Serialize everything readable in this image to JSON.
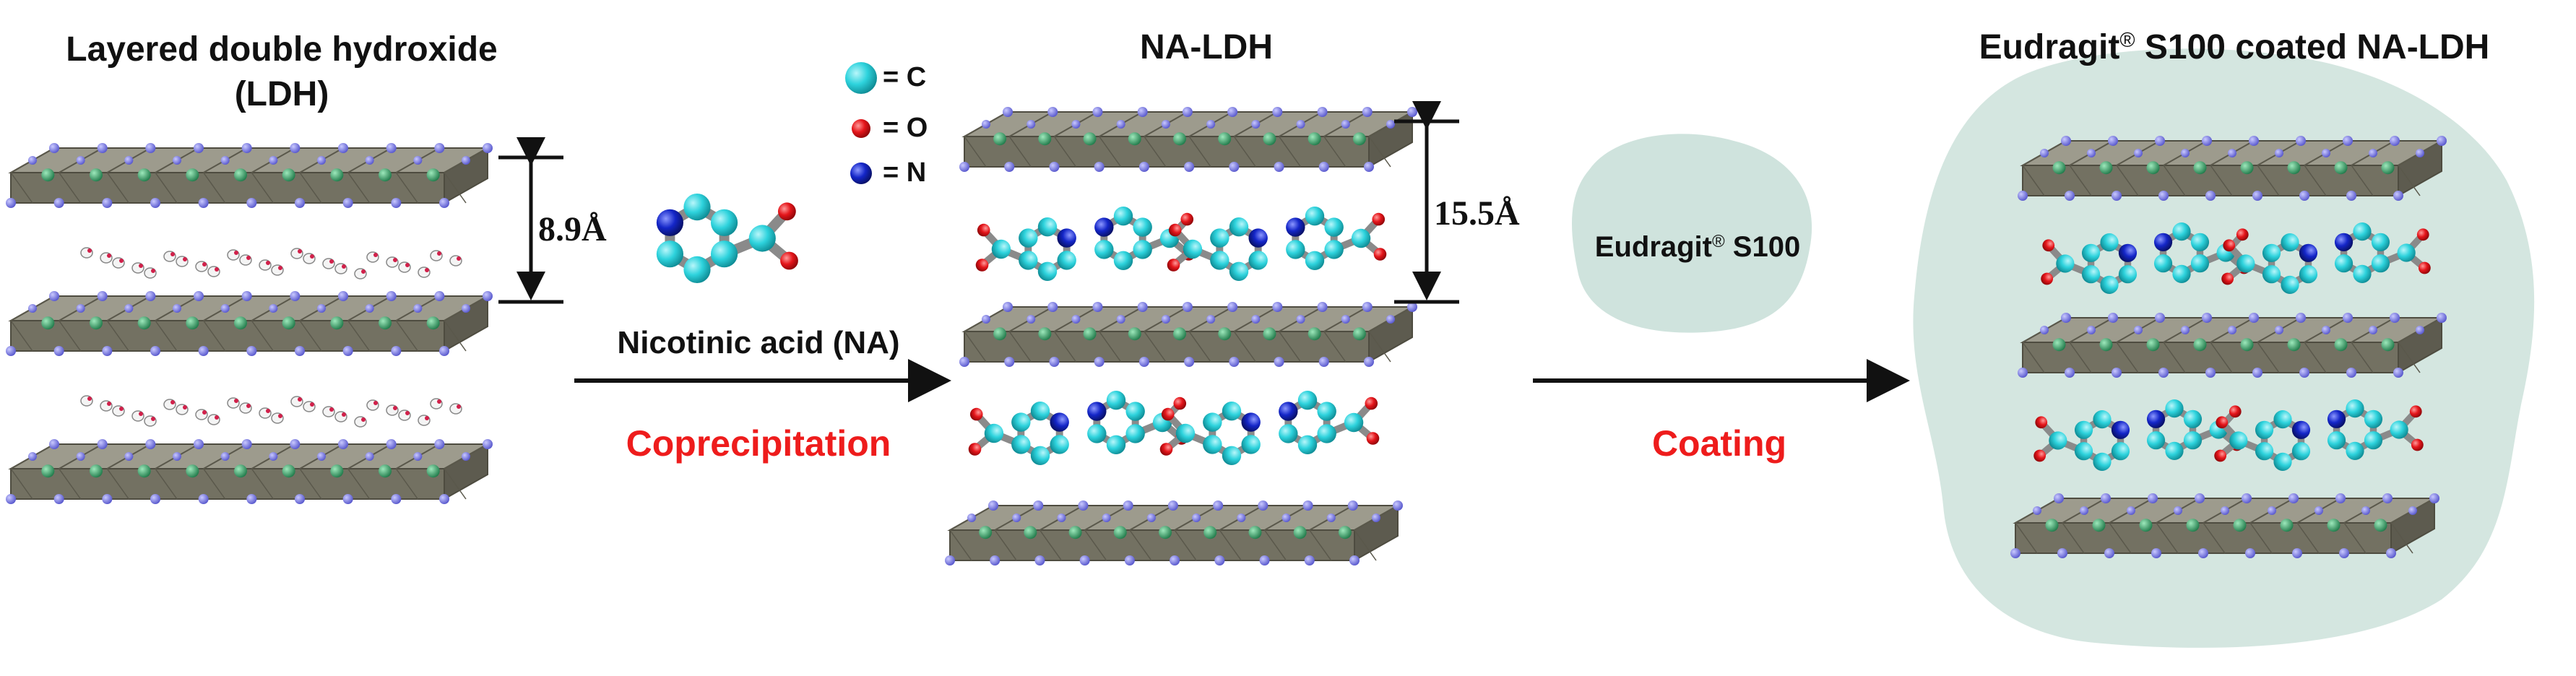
{
  "panels": {
    "ldh": {
      "title_line1": "Layered double hydroxide",
      "title_line2": "(LDH)",
      "spacing": "8.9Å"
    },
    "na_ldh": {
      "title": "NA-LDH",
      "spacing": "15.5Å"
    },
    "coated": {
      "title_prefix": "Eudragit",
      "title_mark": "®",
      "title_suffix": " S100 coated NA-LDH"
    }
  },
  "legend": {
    "items": [
      {
        "symbol": "carbon-atom",
        "label": "= C",
        "color": "#2ed3dd"
      },
      {
        "symbol": "oxygen-atom",
        "label": "= O",
        "color": "#e5161b"
      },
      {
        "symbol": "nitrogen-atom",
        "label": "= N",
        "color": "#1426c8"
      }
    ]
  },
  "step1": {
    "reagent": "Nicotinic acid (NA)",
    "process": "Coprecipitation"
  },
  "step2": {
    "blob_prefix": "Eudragit",
    "blob_mark": "®",
    "blob_suffix": " S100",
    "process": "Coating"
  },
  "colors": {
    "coating": "#cfe3dd",
    "layer_top": "#9d9b8d",
    "layer_side": "#737162",
    "layer_node": "#6f6fe0",
    "inner_atom": "#37a067",
    "arrow": "#111111",
    "process_text": "#ee1c1c"
  }
}
